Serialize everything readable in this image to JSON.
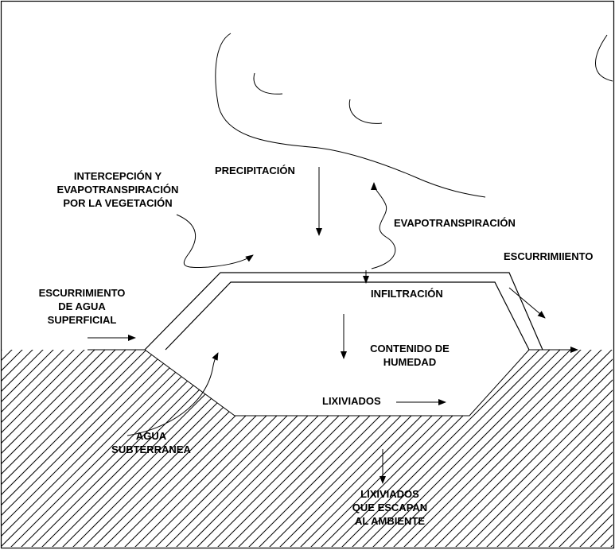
{
  "labels": {
    "interception": [
      "INTERCEPCIÓN Y",
      "EVAPOTRANSPIRACIÓN",
      "POR LA VEGETACIÓN"
    ],
    "precipitation": "PRECIPITACIÓN",
    "evapotranspiration": "EVAPOTRANSPIRACIÓN",
    "runoff": "ESCURRIMIIENTO",
    "surface_runoff": [
      "ESCURRIMIENTO",
      "DE AGUA",
      "SUPERFICIAL"
    ],
    "infiltration": "INFILTRACIÓN",
    "moisture": [
      "CONTENIDO DE",
      "HUMEDAD"
    ],
    "leachate": "LIXIVIADOS",
    "groundwater": [
      "AGUA",
      "SUBTERRÁNEA"
    ],
    "escaping_leachate": [
      "LIXIVIADOS",
      "QUE ESCAPAN",
      "AL AMBIENTE"
    ]
  },
  "colors": {
    "line": "#000000",
    "background": "#ffffff"
  }
}
